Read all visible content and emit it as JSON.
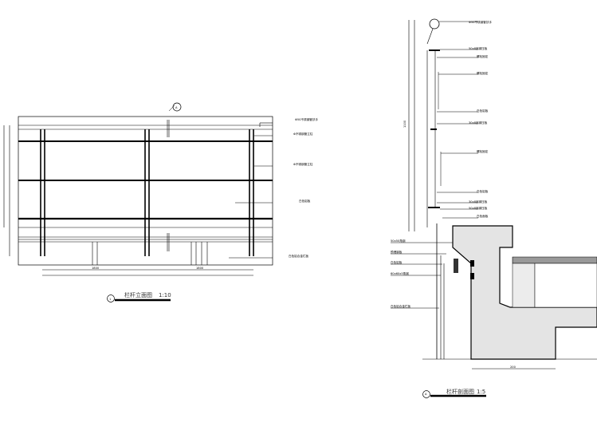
{
  "elevation": {
    "title": "栏杆立面图",
    "scale": "1:10",
    "index": "1",
    "section_marker": "A",
    "labels": [
      "Φ50不锈钢管扶手",
      "Φ不锈钢管立柱",
      "Φ不锈钢管立柱",
      "白色铝板",
      "白色铝合金栏板"
    ],
    "dims": [
      "1800",
      "1800"
    ]
  },
  "section": {
    "title": "栏杆剖面图",
    "scale": "1:5",
    "index": "A",
    "labels_right": [
      "Φ50不锈钢管扶手",
      "50x8扁钢压板",
      "螺栓固定",
      "螺栓固定",
      "白色铝板",
      "30x8扁钢压板",
      "螺栓固定",
      "白色铝板",
      "30x8扁钢压板",
      "50x8扁钢压板",
      "白色面板"
    ],
    "labels_left": [
      "50x50角钢",
      "预埋钢板",
      "白色铝板",
      "60x60x5角钢",
      "白色铝合金栏板"
    ],
    "dims": [
      "1100",
      "200"
    ]
  }
}
